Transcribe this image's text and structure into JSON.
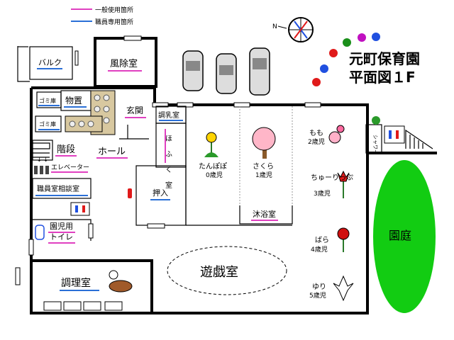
{
  "legend": {
    "general_label": "一般使用箇所",
    "staff_label": "職員専用箇所",
    "general_color": "#e040c0",
    "staff_color": "#2a6fd6"
  },
  "title": {
    "line1": "元町保育園",
    "line2": "平面図１F"
  },
  "compass_letter": "N",
  "rooms": {
    "balcony": "バルク",
    "wind_room": "風除室",
    "garbage1": "ゴミ庫",
    "storage": "物置",
    "garbage2": "ゴミ庫",
    "entrance": "玄関",
    "nursing": "調乳室",
    "stairs": "階段",
    "hall": "ホール",
    "elevator": "エレベーター",
    "hofuku": "ほふく室",
    "consultation": "職員室相談室",
    "oshiire": "押入",
    "child_toilet_1": "園児用",
    "child_toilet_2": "トイレ",
    "bath": "沐浴室",
    "playroom": "遊戯室",
    "kitchen": "調理室",
    "garden": "園庭",
    "shower": "シャワー"
  },
  "classes": [
    {
      "name": "たんぽぽ",
      "age": "0歳児"
    },
    {
      "name": "さくら",
      "age": "1歳児"
    },
    {
      "name": "もも",
      "age": "2歳児"
    },
    {
      "name": "ちゅーりっぷ",
      "age": "3歳児"
    },
    {
      "name": "ばら",
      "age": "4歳児"
    },
    {
      "name": "ゆり",
      "age": "5歳児"
    }
  ],
  "colors": {
    "garden": "#12cc12",
    "balls": [
      "#e01a1a",
      "#1a8f1a",
      "#c010c0",
      "#2050e0",
      "#2050e0",
      "#e01a1a"
    ]
  },
  "icons": [
    "car-icon",
    "compass-icon",
    "dandelion-icon",
    "sakura-tree-icon",
    "peach-icon",
    "tulip-icon",
    "rose-icon",
    "lily-icon",
    "cook-icon",
    "fire-extinguisher-icon",
    "toilet-sign-icon"
  ]
}
